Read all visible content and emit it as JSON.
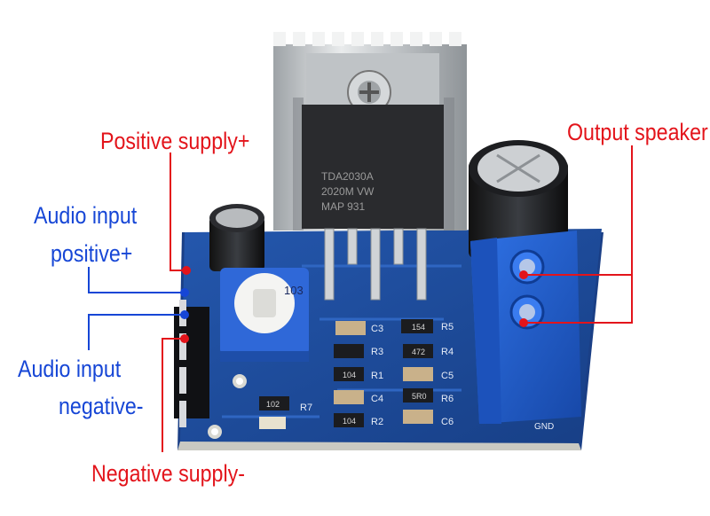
{
  "labels": {
    "positive_supply": "Positive supply+",
    "audio_input_positive_line1": "Audio input",
    "audio_input_positive_line2": "positive+",
    "audio_input_negative_line1": "Audio input",
    "audio_input_negative_line2": "negative-",
    "negative_supply": "Negative supply-",
    "output_speaker": "Output speaker"
  },
  "chip": {
    "marking_line1": "TDA2030A",
    "marking_line2": "2020M VW",
    "marking_line3": "MAP 931"
  },
  "potentiometer": {
    "marking": "103"
  },
  "board": {
    "ground_label": "GND",
    "silkscreen": [
      "C3",
      "R5",
      "R3",
      "R4",
      "R1",
      "C5",
      "C4",
      "R6",
      "R7",
      "R2",
      "C6"
    ],
    "smd_codes": [
      "154",
      "472",
      "104",
      "5R0",
      "102",
      "104"
    ]
  },
  "colors": {
    "annotation_red": "#e3141b",
    "annotation_blue": "#1646d6",
    "pcb_blue": "#1c4a9a",
    "terminal_blue": "#1f5fd1",
    "heatsink": "#c9ccce"
  }
}
